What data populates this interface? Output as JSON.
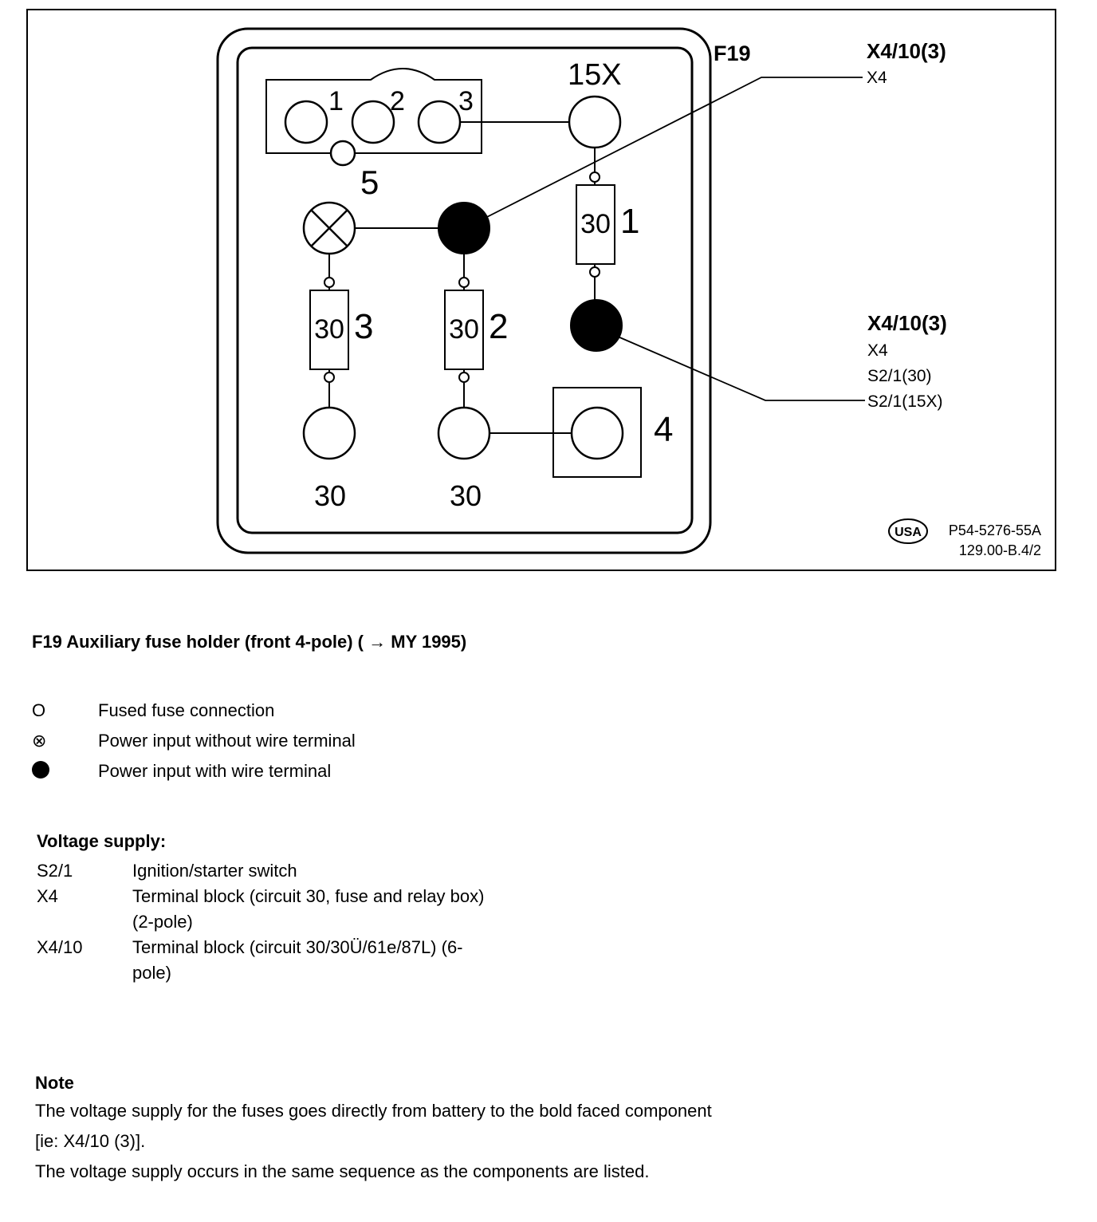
{
  "diagram": {
    "holder_label": "F19",
    "connector_labels": {
      "c1": "1",
      "c2": "2",
      "c3": "3",
      "c5": "5"
    },
    "terminal_15x": "15X",
    "fuses": [
      {
        "value": "30",
        "number": "1"
      },
      {
        "value": "30",
        "number": "2"
      },
      {
        "value": "30",
        "number": "3"
      }
    ],
    "bottom_terminals": [
      "30",
      "30"
    ],
    "box_label": "4",
    "ref_top": {
      "title": "X4/10(3)",
      "lines": [
        "X4"
      ]
    },
    "ref_bottom": {
      "title": "X4/10(3)",
      "lines": [
        "X4",
        "S2/1(30)",
        "S2/1(15X)"
      ]
    },
    "usa_badge": "USA",
    "figure_id": [
      "P54-5276-55A",
      "129.00-B.4/2"
    ]
  },
  "caption": "F19 Auxiliary fuse holder (front 4-pole) ( → MY 1995)",
  "legend": [
    {
      "symbol": "O",
      "text": "Fused fuse connection"
    },
    {
      "symbol": "⊗",
      "text": "Power input without wire terminal"
    },
    {
      "symbol": "dot",
      "text": "Power input with wire terminal"
    }
  ],
  "voltage_supply": {
    "title": "Voltage supply:",
    "items": [
      {
        "code": "S2/1",
        "desc": "Ignition/starter switch"
      },
      {
        "code": "X4",
        "desc": "Terminal block (circuit 30, fuse and relay box) (2-pole)"
      },
      {
        "code": "X4/10",
        "desc": "Terminal block (circuit 30/30Ü/61e/87L) (6-pole)"
      }
    ]
  },
  "note": {
    "title": "Note",
    "lines": [
      "The voltage supply for the fuses goes directly from battery to the bold faced component",
      "[ie: X4/10 (3)].",
      "The voltage supply occurs in the same sequence as the components are listed."
    ]
  }
}
